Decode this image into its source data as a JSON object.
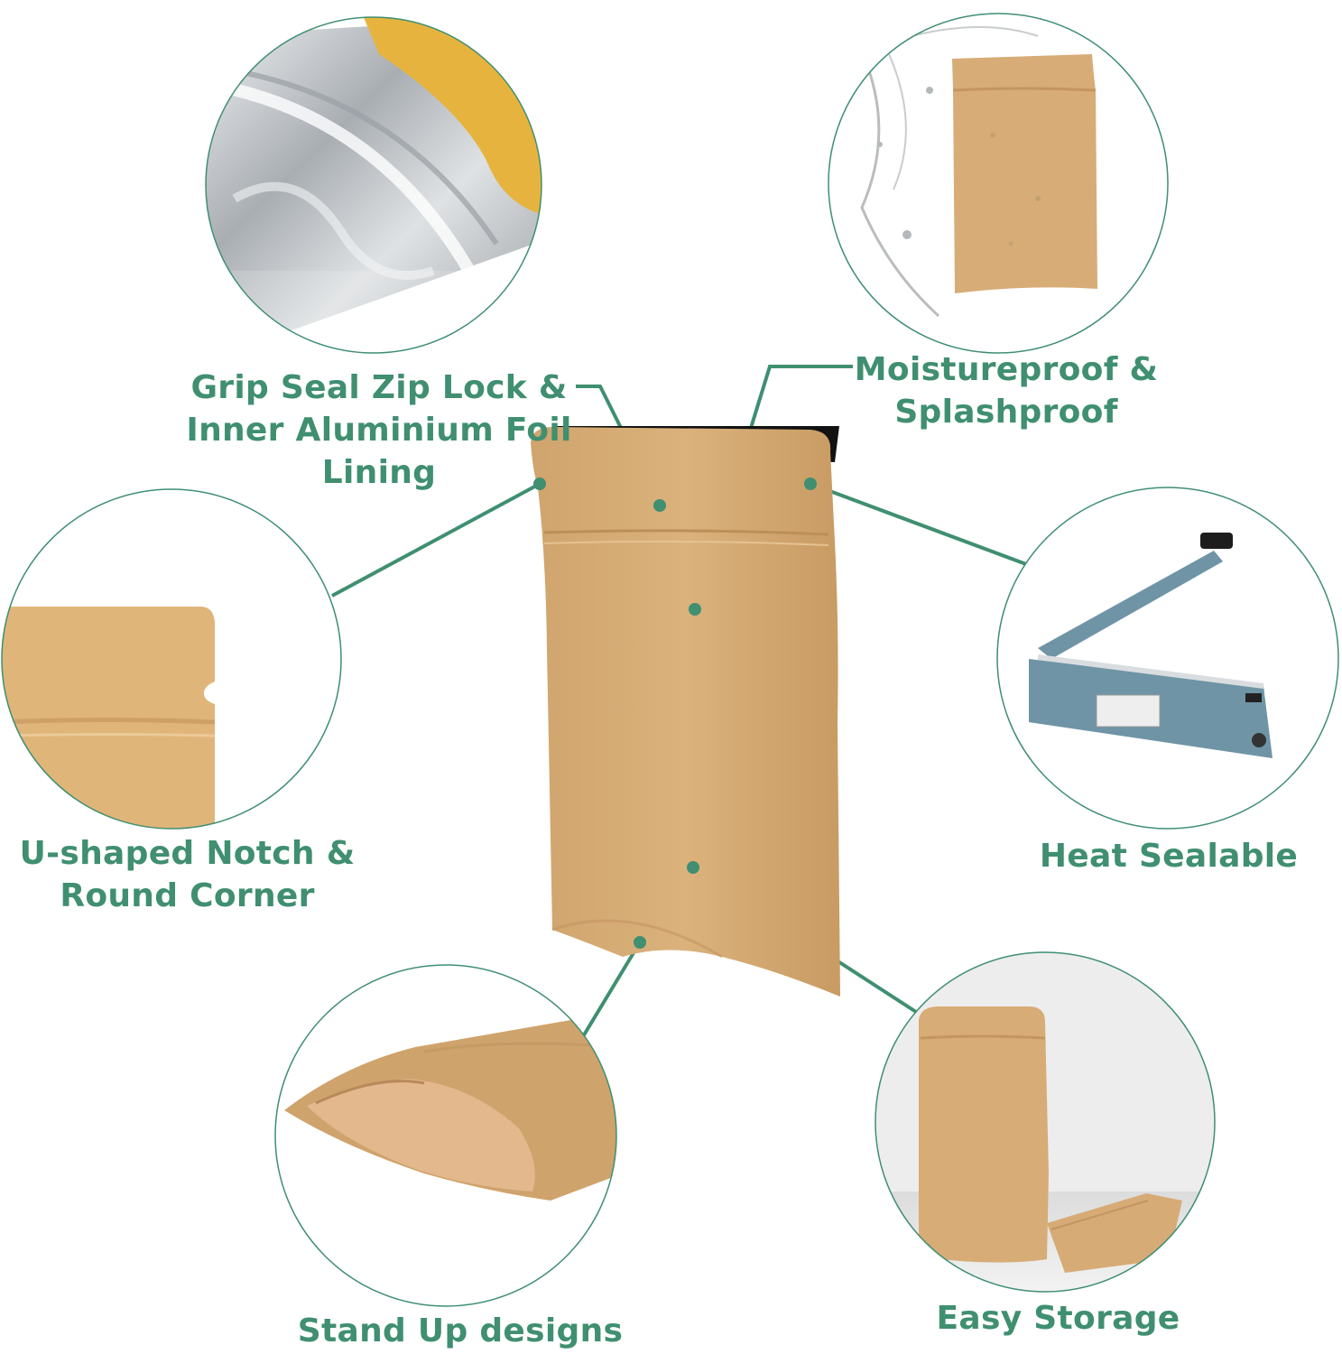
{
  "colors": {
    "accent": "#3f8f70",
    "kraft": "#d7ac77",
    "kraft_dark": "#c99c64",
    "foil": "#c9cdd0",
    "sealer_blue": "#6f94a6"
  },
  "features": [
    {
      "id": "zip-lock",
      "icon": "zip-foil-closeup",
      "lines": [
        "Grip Seal Zip Lock &",
        "Inner Aluminium Foil",
        "Lining"
      ]
    },
    {
      "id": "moisture",
      "icon": "water-splash-pouch",
      "lines": [
        "Moistureproof &",
        "Splashproof"
      ]
    },
    {
      "id": "notch",
      "icon": "notch-corner-closeup",
      "lines": [
        "U-shaped Notch &",
        "Round Corner"
      ]
    },
    {
      "id": "heat-seal",
      "icon": "impulse-sealer",
      "lines": [
        "Heat Sealable"
      ]
    },
    {
      "id": "stand-up",
      "icon": "stand-up-pouch",
      "lines": [
        "Stand Up designs"
      ]
    },
    {
      "id": "storage",
      "icon": "storage-pouches",
      "lines": [
        "Easy Storage"
      ]
    }
  ],
  "center_product": {
    "icon": "kraft-stand-up-pouch"
  }
}
